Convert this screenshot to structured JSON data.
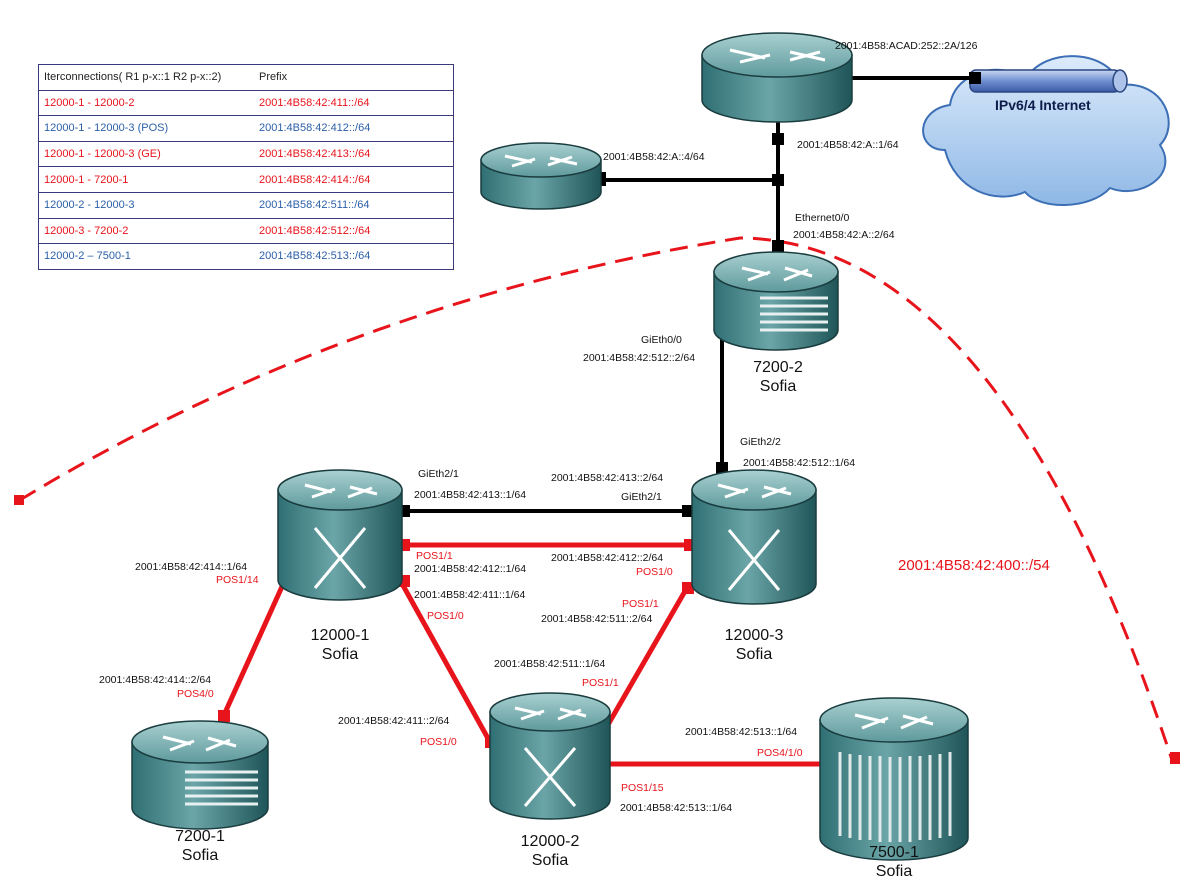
{
  "table": {
    "header": [
      "Iterconnections( R1 p-x::1 R2 p-x::2)",
      "Prefix"
    ],
    "rows": [
      {
        "link": "12000-1 - 12000-2",
        "prefix": "2001:4B58:42:411::/64",
        "color": "#e8141b"
      },
      {
        "link": "12000-1 - 12000-3 (POS)",
        "prefix": "2001:4B58:42:412::/64",
        "color": "#2b5fa8"
      },
      {
        "link": "12000-1 - 12000-3 (GE)",
        "prefix": "2001:4B58:42:413::/64",
        "color": "#e8141b"
      },
      {
        "link": "12000-1 - 7200-1",
        "prefix": "2001:4B58:42:414::/64",
        "color": "#e8141b"
      },
      {
        "link": "12000-2 - 12000-3",
        "prefix": "2001:4B58:42:511::/64",
        "color": "#2b5fa8"
      },
      {
        "link": "12000-3 - 7200-2",
        "prefix": "2001:4B58:42:512::/64",
        "color": "#e8141b"
      },
      {
        "link": "12000-2 – 7500-1",
        "prefix": "2001:4B58:42:513::/64",
        "color": "#2b5fa8"
      }
    ]
  },
  "cloud": {
    "label": "IPv6/4 Internet"
  },
  "area_prefix": "2001:4B58:42:400::/54",
  "routers": {
    "r7200_2": {
      "name": "7200-2",
      "site": "Sofia"
    },
    "r12000_1": {
      "name": "12000-1",
      "site": "Sofia"
    },
    "r12000_3": {
      "name": "12000-3",
      "site": "Sofia"
    },
    "r12000_2": {
      "name": "12000-2",
      "site": "Sofia"
    },
    "r7200_1": {
      "name": "7200-1",
      "site": "Sofia"
    },
    "r7500_1": {
      "name": "7500-1",
      "site": "Sofia"
    }
  },
  "labels": {
    "acad": "2001:4B58:ACAD:252::2A/126",
    "a1": "2001:4B58:42:A::1/64",
    "a4": "2001:4B58:42:A::4/64",
    "eth00": "Ethernet0/0",
    "a2": "2001:4B58:42:A::2/64",
    "gieth00": "GiEth0/0",
    "p512_2": "2001:4B58:42:512::2/64",
    "gieth22": "GiEth2/2",
    "p512_1": "2001:4B58:42:512::1/64",
    "gieth21_a": "GiEth2/1",
    "p413_1": "2001:4B58:42:413::1/64",
    "p413_2": "2001:4B58:42:413::2/64",
    "gieth21_b": "GiEth2/1",
    "pos11_a": "POS1/1",
    "p412_2": "2001:4B58:42:412::2/64",
    "p414_1": "2001:4B58:42:414::1/64",
    "pos114": "POS1/14",
    "p412_1": "2001:4B58:42:412::1/64",
    "pos10_c": "POS1/0",
    "p411_1": "2001:4B58:42:411::1/64",
    "pos10_a": "POS1/0",
    "pos11_b": "POS1/1",
    "p511_2": "2001:4B58:42:511::2/64",
    "p511_1": "2001:4B58:42:511::1/64",
    "pos11_c": "POS1/1",
    "p414_2": "2001:4B58:42:414::2/64",
    "pos40": "POS4/0",
    "p411_2": "2001:4B58:42:411::2/64",
    "pos10_b": "POS1/0",
    "p513_1a": "2001:4B58:42:513::1/64",
    "pos410": "POS4/1/0",
    "pos115": "POS1/15",
    "p513_1b": "2001:4B58:42:513::1/64"
  }
}
